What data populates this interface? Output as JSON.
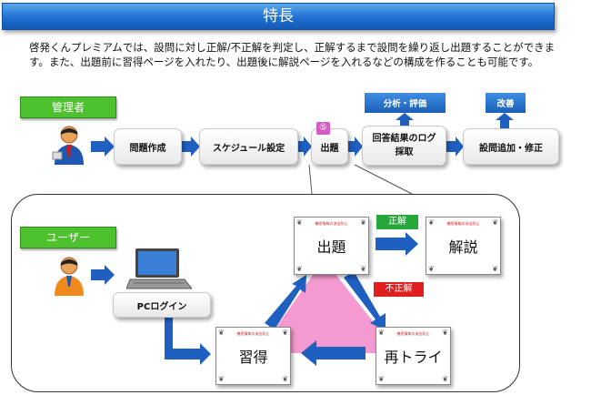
{
  "header": {
    "title": "特長"
  },
  "description": "啓発くんプレミアムでは、設問に対し正解/不正解を判定し、正解するまで設問を繰り返し出題することができます。また、出題前に習得ページを入れたり、出題後に解説ページを入れるなどの構成を作ることも可能です。",
  "admin": {
    "tag": "管理者",
    "steps": [
      "問題作成",
      "スケジュール設定",
      "出題",
      "回答結果のログ採取",
      "設問追加・修正"
    ],
    "badge_number": "⑤",
    "analysis_label": "分析・評価",
    "improve_label": "改善"
  },
  "user": {
    "tag": "ユーザー",
    "login_label": "PCログイン",
    "cards": {
      "question": "出題",
      "explanation": "解説",
      "learning": "習得",
      "retry": "再トライ",
      "stamp": "機密情報の流出防止"
    },
    "correct_label": "正解",
    "incorrect_label": "不正解"
  },
  "colors": {
    "accent_blue": "#1f6fd0",
    "green": "#4ec22e",
    "red": "#e21f1f",
    "pink": "#f49ad0"
  },
  "icons": [
    "person-icon",
    "laptop-icon",
    "arrow-right-icon"
  ]
}
